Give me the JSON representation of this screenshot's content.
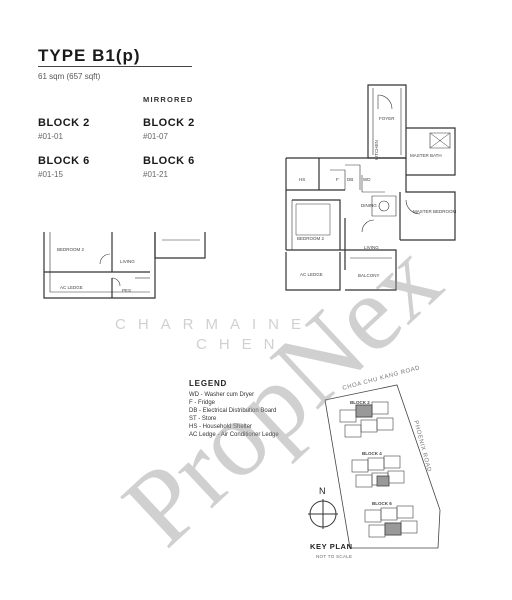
{
  "header": {
    "title": "TYPE B1(p)",
    "area": "61 sqm (657 sqft)"
  },
  "units": {
    "mirrored_label": "MIRRORED",
    "left": [
      {
        "block": "BLOCK 2",
        "unit": "#01-01"
      },
      {
        "block": "BLOCK 6",
        "unit": "#01-15"
      }
    ],
    "right": [
      {
        "block": "BLOCK 2",
        "unit": "#01-07"
      },
      {
        "block": "BLOCK 6",
        "unit": "#01-21"
      }
    ]
  },
  "floorplan_labels": {
    "foyer": "FOYER",
    "kitchen": "KITCHEN",
    "master_bath": "MASTER BATH",
    "hs": "HS",
    "db": "DB",
    "wd": "WD",
    "f": "F",
    "dining": "DINING",
    "master_bedroom": "MASTER BEDROOM",
    "bedroom2": "BEDROOM 2",
    "living": "LIVING",
    "ac_ledge": "AC LEDGE",
    "balcony": "BALCONY",
    "pes": "PES"
  },
  "legend": {
    "title": "LEGEND",
    "items": [
      {
        "abbr": "WD",
        "desc": "- Washer cum Dryer"
      },
      {
        "abbr": "F",
        "desc": "- Fridge"
      },
      {
        "abbr": "DB",
        "desc": "- Electrical Distribution Board"
      },
      {
        "abbr": "ST",
        "desc": "- Store"
      },
      {
        "abbr": "HS",
        "desc": "- Household Shelter"
      },
      {
        "abbr": "AC Ledge",
        "desc": "- Air Conditioner Ledge"
      }
    ]
  },
  "keyplan": {
    "title": "KEY PLAN",
    "note": "NOT TO SCALE",
    "north": "N",
    "road_top": "CHOA CHU KANG ROAD",
    "road_right": "PHOENIX ROAD",
    "blocks": [
      "BLOCK 2",
      "BLOCK 4",
      "BLOCK 6"
    ]
  },
  "watermark": {
    "text": "PropNex",
    "sub1": "CHARMAINE",
    "sub2": "CHEN"
  }
}
